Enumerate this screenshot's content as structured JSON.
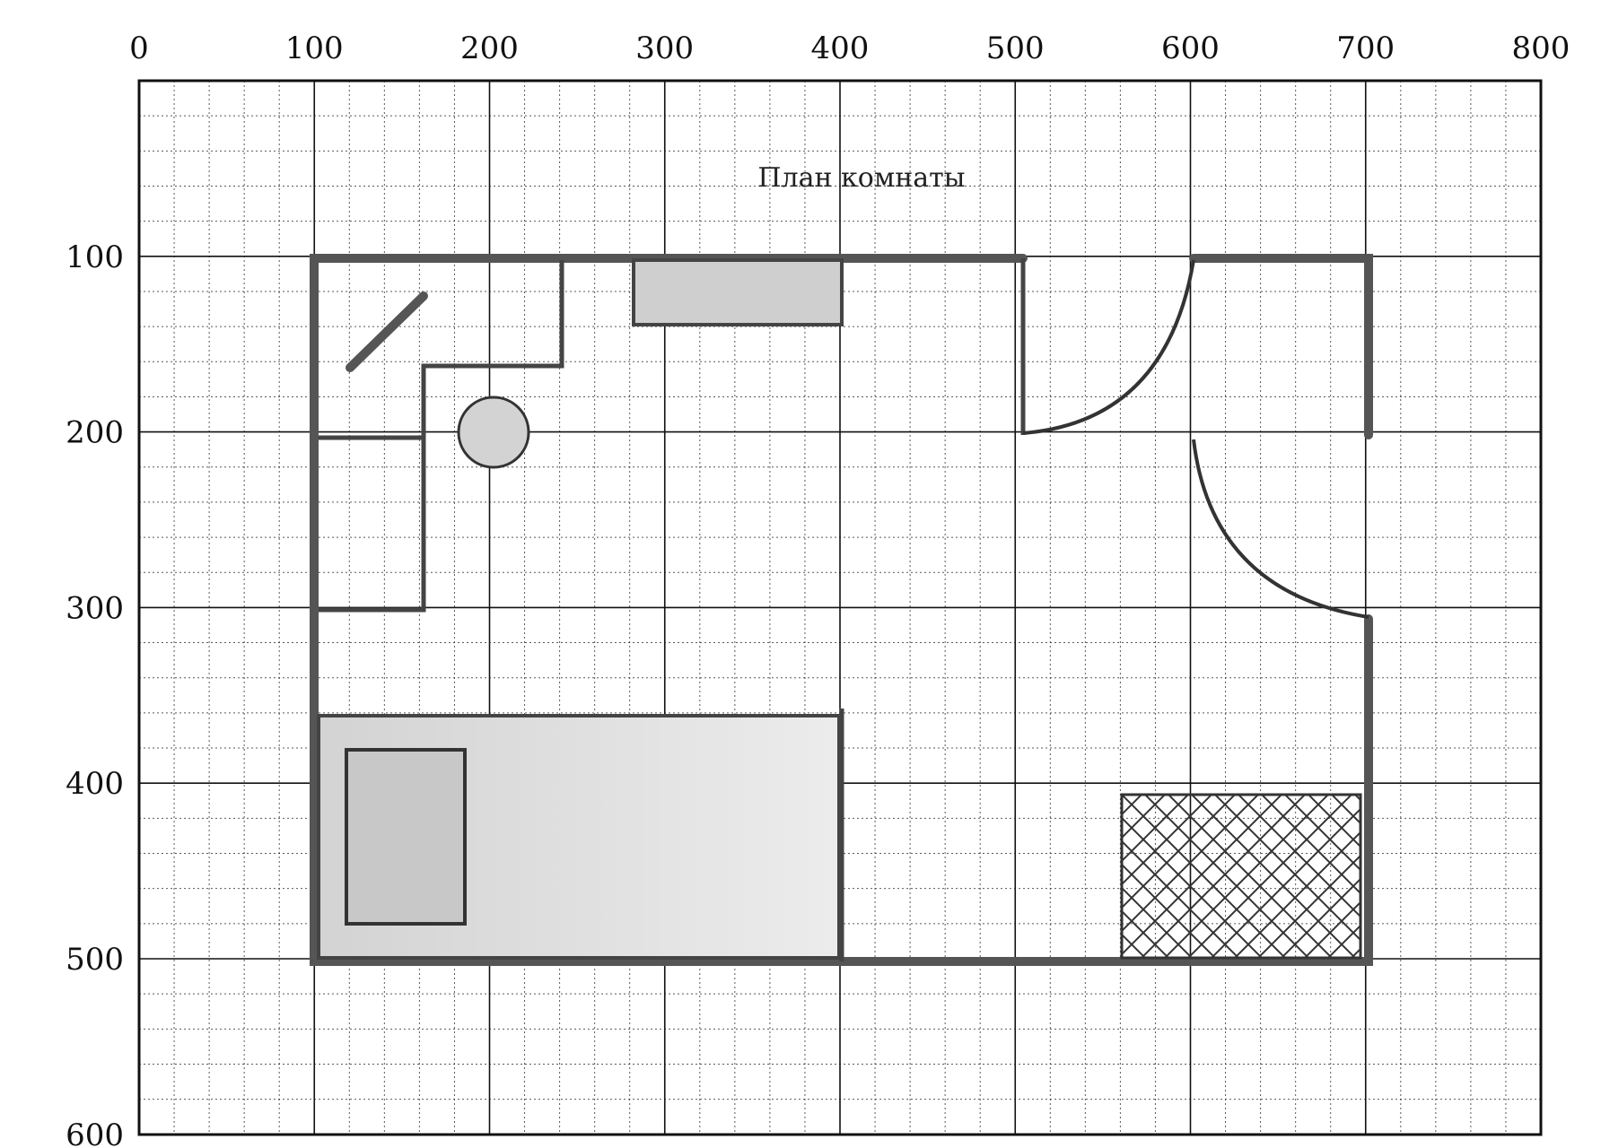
{
  "title": "План комнаты",
  "x_ticks": [
    "0",
    "100",
    "200",
    "300",
    "400",
    "500",
    "600",
    "700",
    "800"
  ],
  "y_ticks": [
    "100",
    "200",
    "300",
    "400",
    "500",
    "600"
  ],
  "colors": {
    "wall": "#555555",
    "furniture_fill": "#cfcfcf",
    "bed_fill": "#dcdcdc",
    "grid": "#222222"
  }
}
